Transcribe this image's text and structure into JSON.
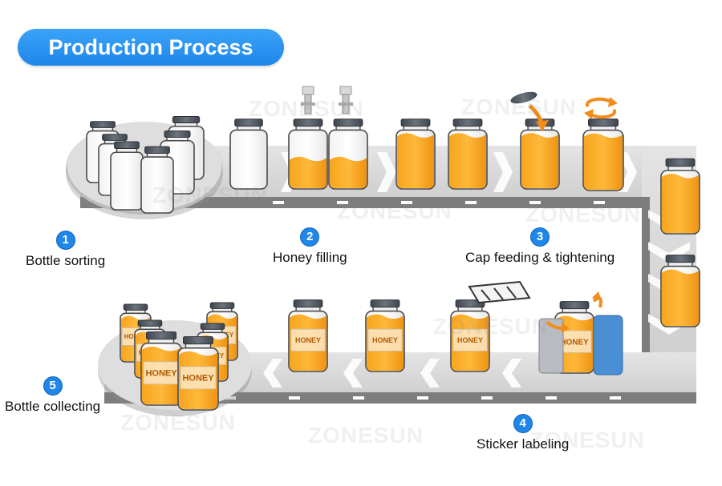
{
  "header": {
    "title": "Production Process"
  },
  "steps": [
    {
      "number": "1",
      "label": "Bottle sorting"
    },
    {
      "number": "2",
      "label": "Honey filling"
    },
    {
      "number": "3",
      "label": "Cap feeding & tightening"
    },
    {
      "number": "4",
      "label": "Sticker labeling"
    },
    {
      "number": "5",
      "label": "Bottle collecting"
    }
  ],
  "jar_label": "HONEY",
  "watermark": "ZONESUN",
  "colors": {
    "header_blue": "#1f86ea",
    "honey": "#f6a21c",
    "cap": "#555c66",
    "conveyor": "#d6d6d6",
    "arrow_orange": "#f28c1a"
  }
}
